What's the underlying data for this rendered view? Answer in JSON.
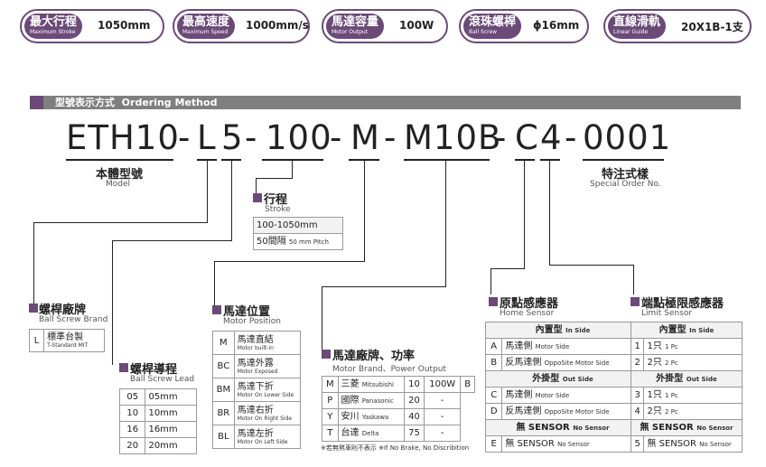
{
  "colors": {
    "accent": "#6b4a78",
    "bar": "#7f7f7f"
  },
  "specs": [
    {
      "zh": "最大行程",
      "en": "Maximum Stroke",
      "value": "1050mm"
    },
    {
      "zh": "最高速度",
      "en": "Maximum Speed",
      "value": "1000mm/s"
    },
    {
      "zh": "馬達容量",
      "en": "Motor Output",
      "value": "100W"
    },
    {
      "zh": "滾珠螺桿",
      "en": "Ball Screw",
      "value": "ϕ16mm"
    },
    {
      "zh": "直線滑軌",
      "en": "Linear Guide",
      "value": "20X1B-1支"
    }
  ],
  "section": {
    "zh": "型號表示方式",
    "en": "Ordering Method"
  },
  "model_code": [
    "ETH10",
    "-",
    "L",
    "5",
    "-",
    "100",
    "-",
    "M",
    "-",
    "M10B",
    "-",
    "C",
    "4",
    "-",
    "0001"
  ],
  "labels": {
    "model": {
      "zh": "本體型號",
      "en": "Model"
    },
    "special": {
      "zh": "特注式樣",
      "en": "Special Order No."
    }
  },
  "stroke": {
    "zh": "行程",
    "en": "Stroke",
    "rows": [
      "100-1050mm",
      "50間隔"
    ],
    "row2_note": "50 mm Pitch"
  },
  "brand": {
    "zh": "螺桿廠牌",
    "en": "Ball Screw Brand",
    "rows": [
      {
        "k": "L",
        "zh": "標準台製",
        "en": "T-Standard MIT"
      }
    ]
  },
  "lead": {
    "zh": "螺桿導程",
    "en": "Ball Screw Lead",
    "rows": [
      [
        "05",
        "05mm"
      ],
      [
        "10",
        "10mm"
      ],
      [
        "16",
        "16mm"
      ],
      [
        "20",
        "20mm"
      ]
    ]
  },
  "position": {
    "zh": "馬達位置",
    "en": "Motor Position",
    "rows": [
      {
        "k": "M",
        "zh": "馬達直結",
        "en": "Motor built-in"
      },
      {
        "k": "BC",
        "zh": "馬達外露",
        "en": "Motor Exposed"
      },
      {
        "k": "BM",
        "zh": "馬達下折",
        "en": "Motor On Lower Side"
      },
      {
        "k": "BR",
        "zh": "馬達右折",
        "en": "Motor On Right Side"
      },
      {
        "k": "BL",
        "zh": "馬達左折",
        "en": "Motor On Left Side"
      }
    ]
  },
  "motor": {
    "zh": "馬達廠牌、功率",
    "en": "Motor Brand、Power Output",
    "rows": [
      {
        "k": "M",
        "zh": "三菱",
        "en": "Mitsubishi",
        "code": "10",
        "w": "100W",
        "b": "B"
      },
      {
        "k": "P",
        "zh": "國際",
        "en": "Panasonic",
        "code": "20",
        "w": "-",
        "b": ""
      },
      {
        "k": "Y",
        "zh": "安川",
        "en": "Yaskawa",
        "code": "40",
        "w": "-",
        "b": ""
      },
      {
        "k": "T",
        "zh": "台達",
        "en": "Delta",
        "code": "75",
        "w": "-",
        "b": ""
      }
    ],
    "note": "※若無煞車則不表示 ※If No Brake, No Discribition"
  },
  "home": {
    "zh": "原點感應器",
    "en": "Home Sensor",
    "in_zh": "內置型",
    "in_en": "In Side",
    "out_zh": "外掛型",
    "out_en": "Out Side",
    "in_rows": [
      {
        "k": "A",
        "zh": "馬達側",
        "en": "Motor Side"
      },
      {
        "k": "B",
        "zh": "反馬達側",
        "en": "OppoSite Motor Side"
      }
    ],
    "out_rows": [
      {
        "k": "C",
        "zh": "馬達側",
        "en": "Motor Side"
      },
      {
        "k": "D",
        "zh": "反馬達側",
        "en": "OppoSite Motor Side"
      }
    ],
    "none_zh": "無 SENSOR",
    "none_en": "No Sensor",
    "none_k": "E"
  },
  "limit": {
    "zh": "端點極限感應器",
    "en": "Limit Sensor",
    "in_zh": "內置型",
    "in_en": "In Side",
    "out_zh": "外掛型",
    "out_en": "Out Side",
    "in_rows": [
      {
        "k": "1",
        "zh": "1只",
        "en": "1 Pc"
      },
      {
        "k": "2",
        "zh": "2只",
        "en": "2 Pc"
      }
    ],
    "out_rows": [
      {
        "k": "3",
        "zh": "1只",
        "en": "1 Pc"
      },
      {
        "k": "4",
        "zh": "2只",
        "en": "2 Pc"
      }
    ],
    "none_zh": "無 SENSOR",
    "none_en": "No Sensor",
    "none_k": "5"
  }
}
